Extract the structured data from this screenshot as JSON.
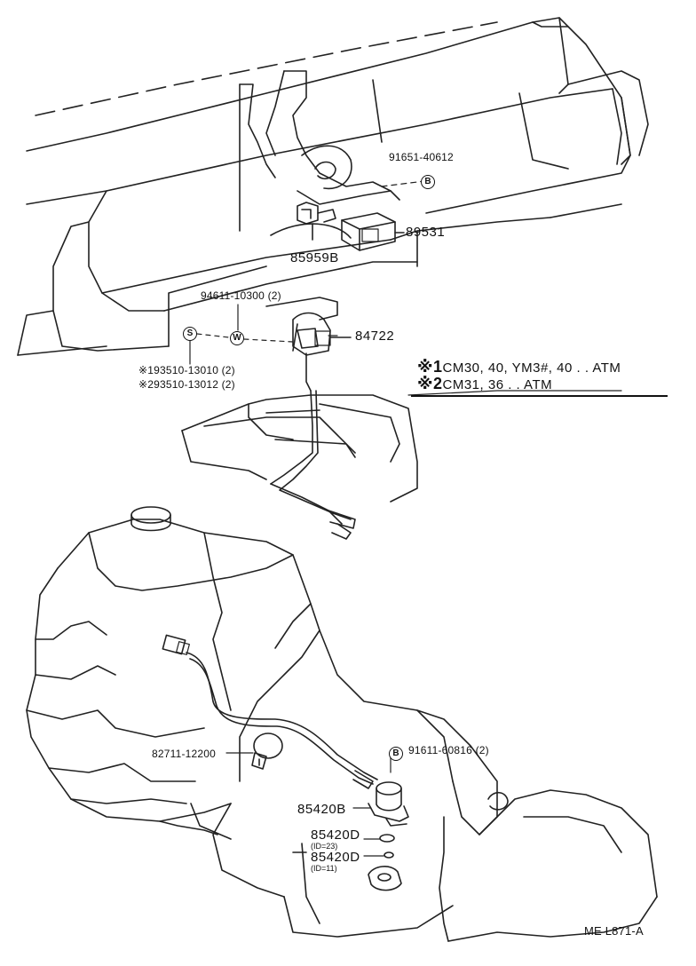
{
  "parts": {
    "p91651": "91651-40612",
    "p89531": "89531",
    "p85959B": "85959B",
    "p94611": "94611-10300 (2)",
    "p84722": "84722",
    "p93510_1": "93510-13010 (2)",
    "p93510_2": "93510-13012 (2)",
    "p82711": "82711-12200",
    "p91611": "91611-60816 (2)",
    "p85420B": "85420B",
    "p85420D_a": "85420D",
    "p85420D_a_sub": "(ID=23)",
    "p85420D_b": "85420D",
    "p85420D_b_sub": "(ID=11)"
  },
  "markers": {
    "B": "B",
    "S": "S",
    "W": "W",
    "star1": "※1",
    "star2": "※2"
  },
  "notes": {
    "n1_mark": "※1",
    "n1_text": "CM30,  40,  YM3#,  40 . . ATM",
    "n2_mark": "※2",
    "n2_text": "CM31,  36 . . ATM"
  },
  "footer": {
    "code": "ME  L871-A"
  }
}
